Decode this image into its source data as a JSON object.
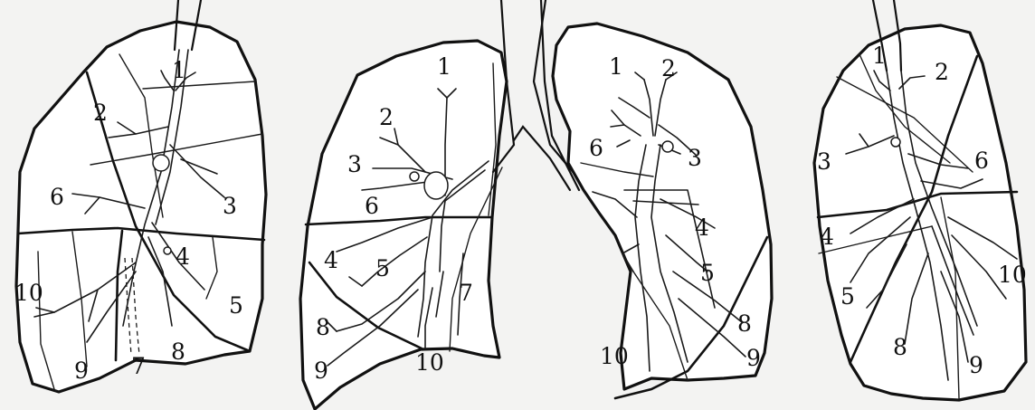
{
  "views": [
    {
      "id": "view-1",
      "labels": [
        "1",
        "2",
        "3",
        "4",
        "5",
        "6",
        "7",
        "8",
        "9",
        "10"
      ]
    },
    {
      "id": "view-2",
      "labels": [
        "1",
        "2",
        "3",
        "4",
        "5",
        "6",
        "7",
        "8",
        "9",
        "10"
      ]
    },
    {
      "id": "view-3",
      "labels": [
        "1",
        "2",
        "3",
        "4",
        "5",
        "6",
        "8",
        "9",
        "10"
      ]
    },
    {
      "id": "view-4",
      "labels": [
        "1",
        "2",
        "3",
        "4",
        "5",
        "6",
        "8",
        "9",
        "10"
      ]
    }
  ]
}
